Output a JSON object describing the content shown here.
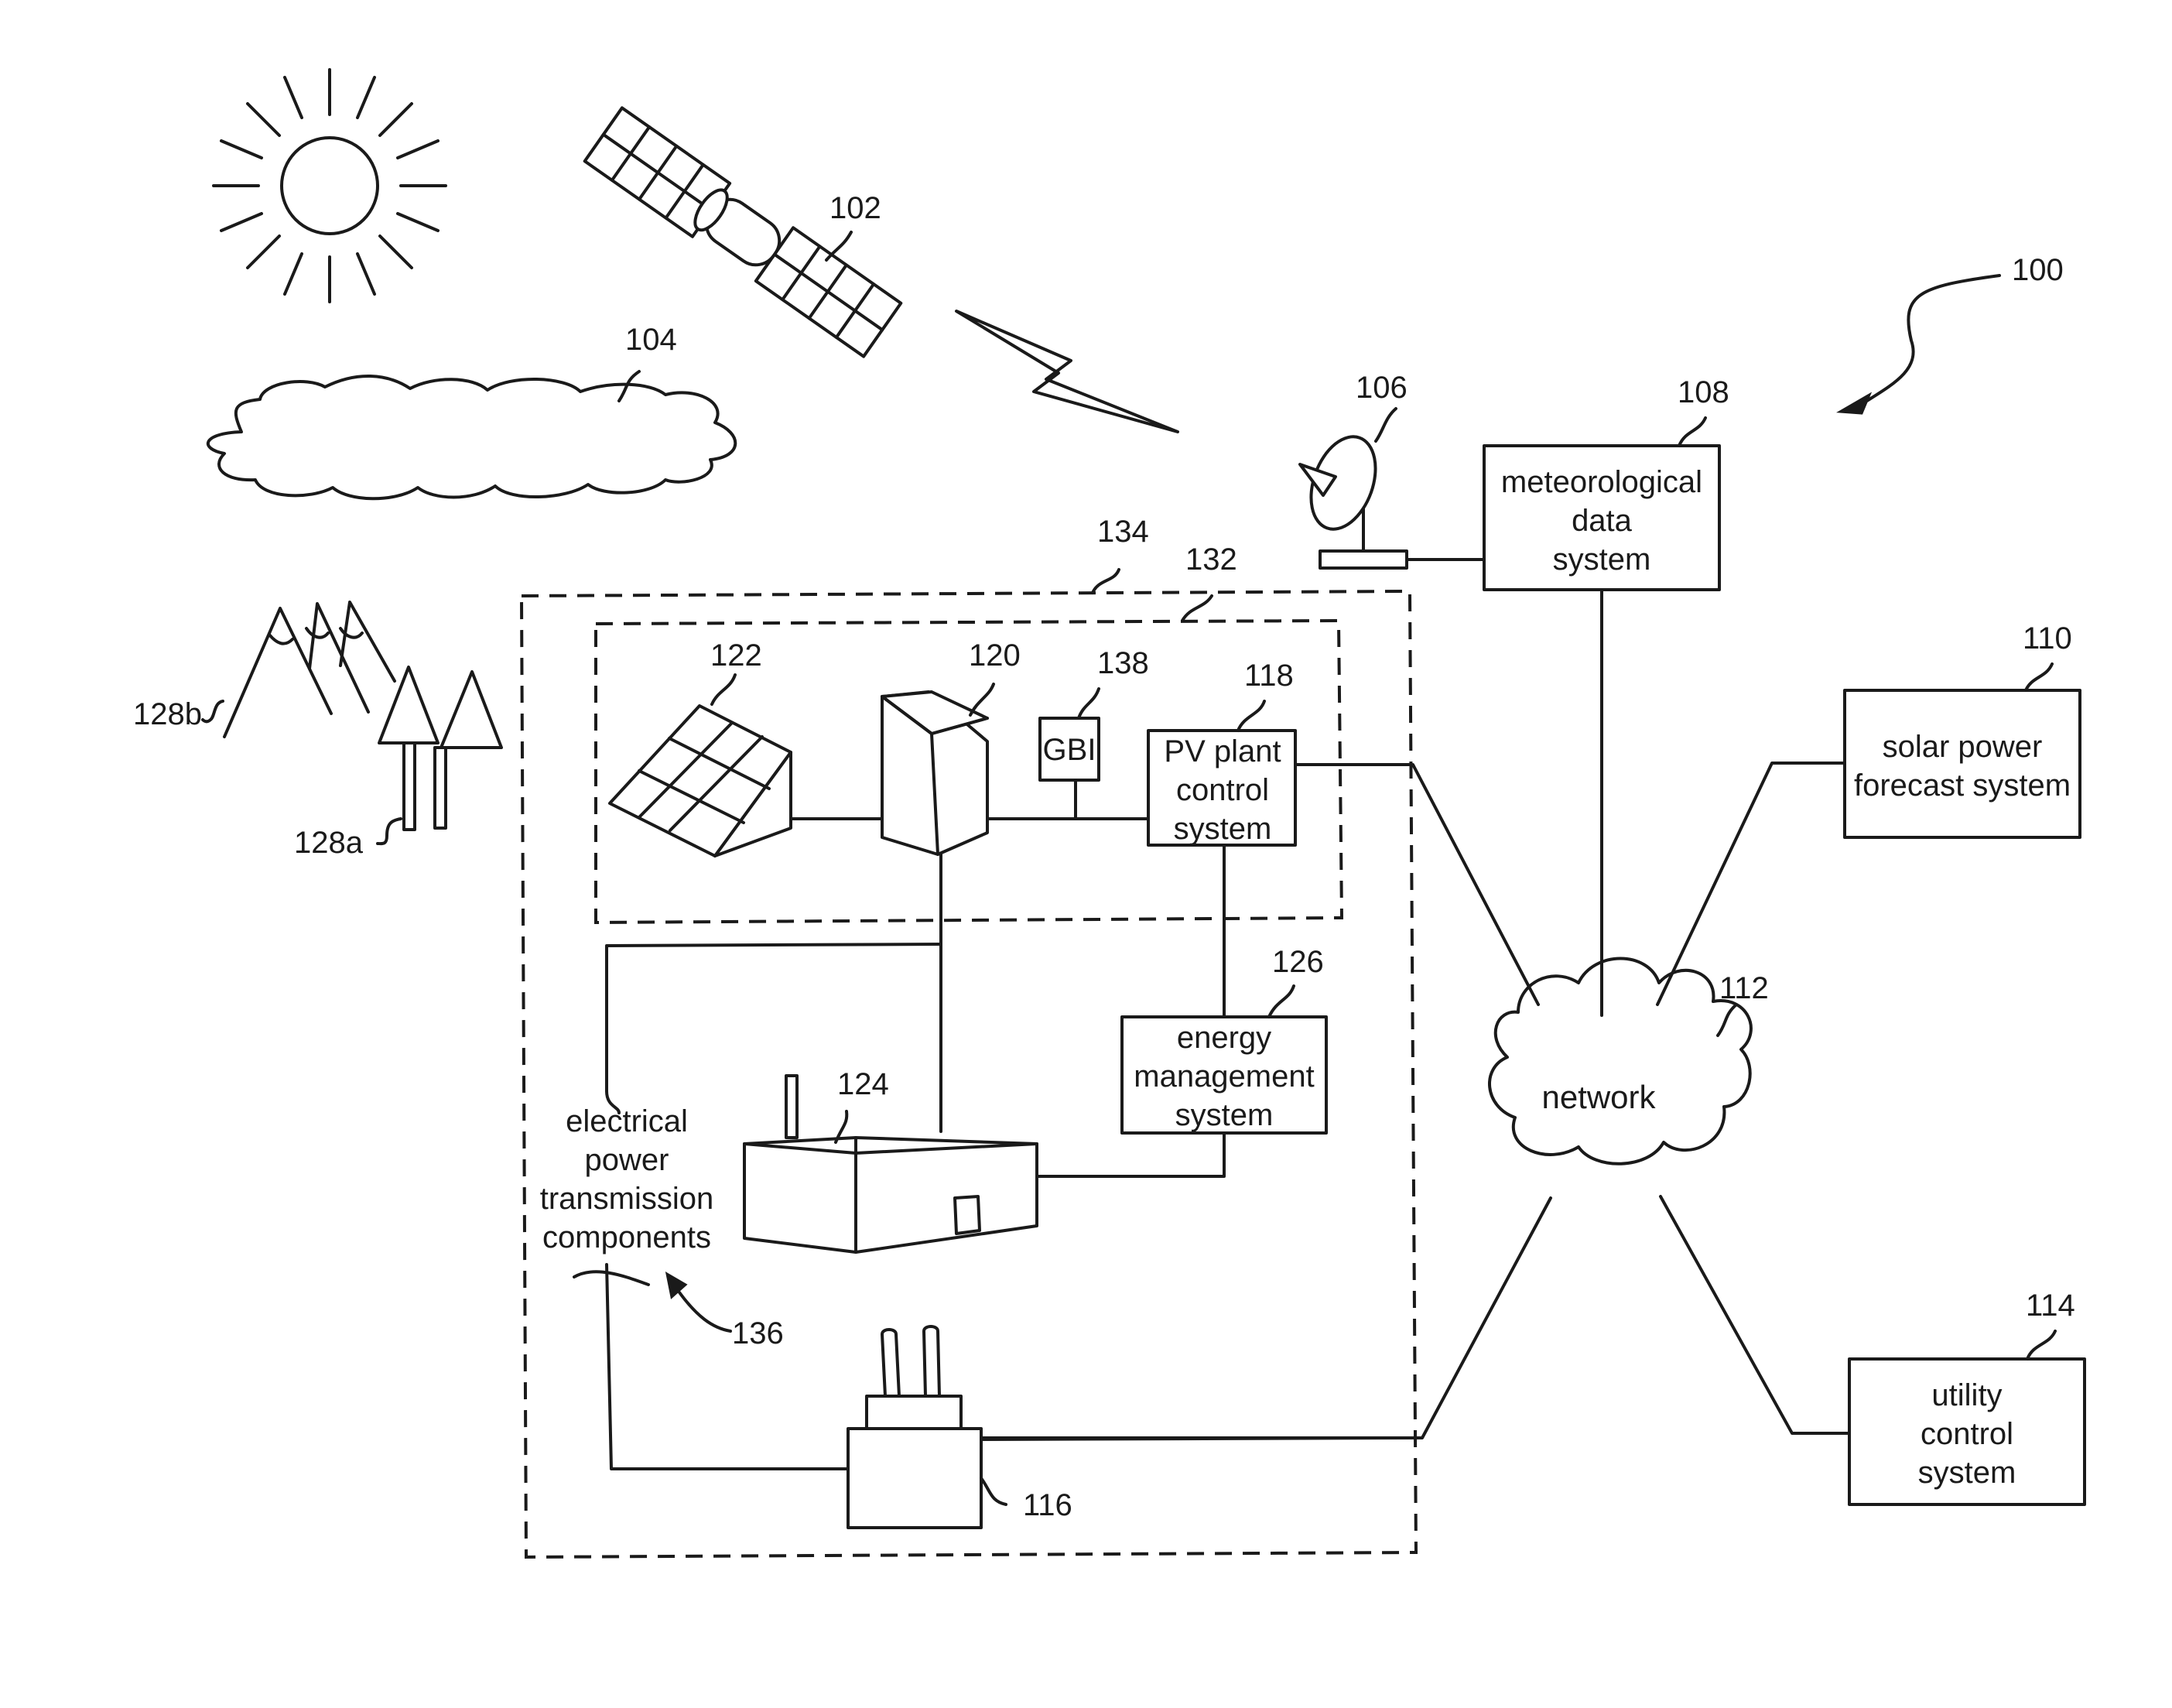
{
  "figure_ref": "100",
  "refs": {
    "satellite": "102",
    "cloud": "104",
    "antenna": "106",
    "meteorological_system": "108",
    "forecast_system": "110",
    "network": "112",
    "utility_system": "114",
    "substation": "116",
    "pv_control": "118",
    "inverter": "120",
    "solar_panel": "122",
    "load_building": "124",
    "energy_mgmt": "126",
    "trees": "128a",
    "mountains": "128b",
    "pv_plant_boundary": "132",
    "facility_boundary": "134",
    "transmission": "136",
    "gbi": "138"
  },
  "boxes": {
    "meteorological": [
      "meteorological",
      "data",
      "system"
    ],
    "forecast": [
      "solar power",
      "forecast system"
    ],
    "utility": [
      "utility",
      "control",
      "system"
    ],
    "pv_control": [
      "PV plant",
      "control",
      "system"
    ],
    "energy_mgmt": [
      "energy",
      "management",
      "system"
    ],
    "gbi": "GBI"
  },
  "network_label": "network",
  "transmission_label": [
    "electrical",
    "power",
    "transmission",
    "components"
  ]
}
